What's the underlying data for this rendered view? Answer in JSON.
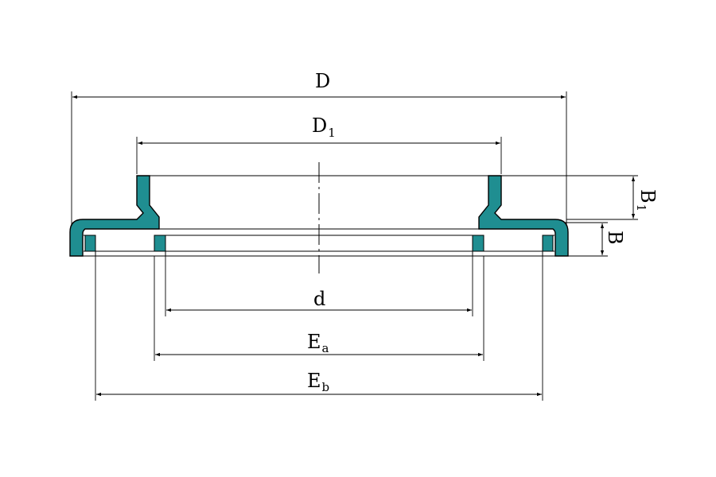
{
  "labels": {
    "D": {
      "main": "D",
      "sub": ""
    },
    "D1": {
      "main": "D",
      "sub": "1"
    },
    "d": {
      "main": "d",
      "sub": ""
    },
    "Ea": {
      "main": "E",
      "sub": "a"
    },
    "Eb": {
      "main": "E",
      "sub": "b"
    },
    "B1": {
      "main": "B",
      "sub": "1"
    },
    "B": {
      "main": "B",
      "sub": ""
    }
  },
  "colors": {
    "part_fill": "#1f8e91",
    "line": "#000000",
    "background": "#ffffff"
  }
}
